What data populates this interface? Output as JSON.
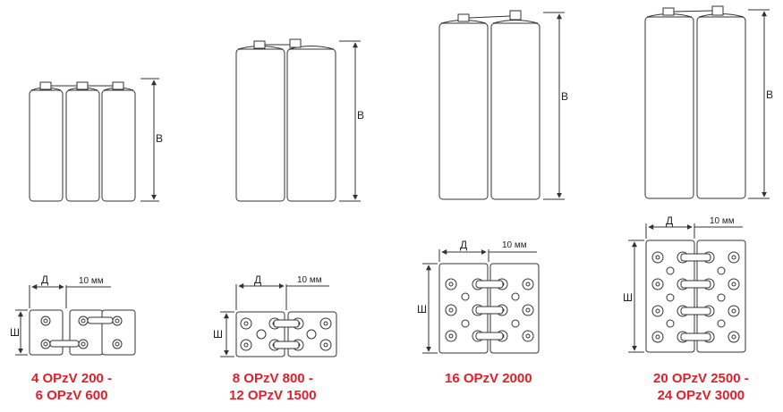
{
  "colors": {
    "caption": "#e0202a",
    "outline": "#333333",
    "fill": "#ffffff"
  },
  "dimension_labels": {
    "height": "В",
    "width": "Ш",
    "depth": "Д",
    "gap": "10 мм"
  },
  "groups": [
    {
      "id": "g1",
      "caption_lines": [
        "4 OPzV 200 -",
        "6 OPzV 600"
      ]
    },
    {
      "id": "g2",
      "caption_lines": [
        "8 OPzV 800 -",
        "12 OPzV 1500"
      ]
    },
    {
      "id": "g3",
      "caption_lines": [
        "16 OPzV 2000"
      ]
    },
    {
      "id": "g4",
      "caption_lines": [
        "20 OPzV 2500 -",
        "24 OPzV 3000"
      ]
    }
  ]
}
